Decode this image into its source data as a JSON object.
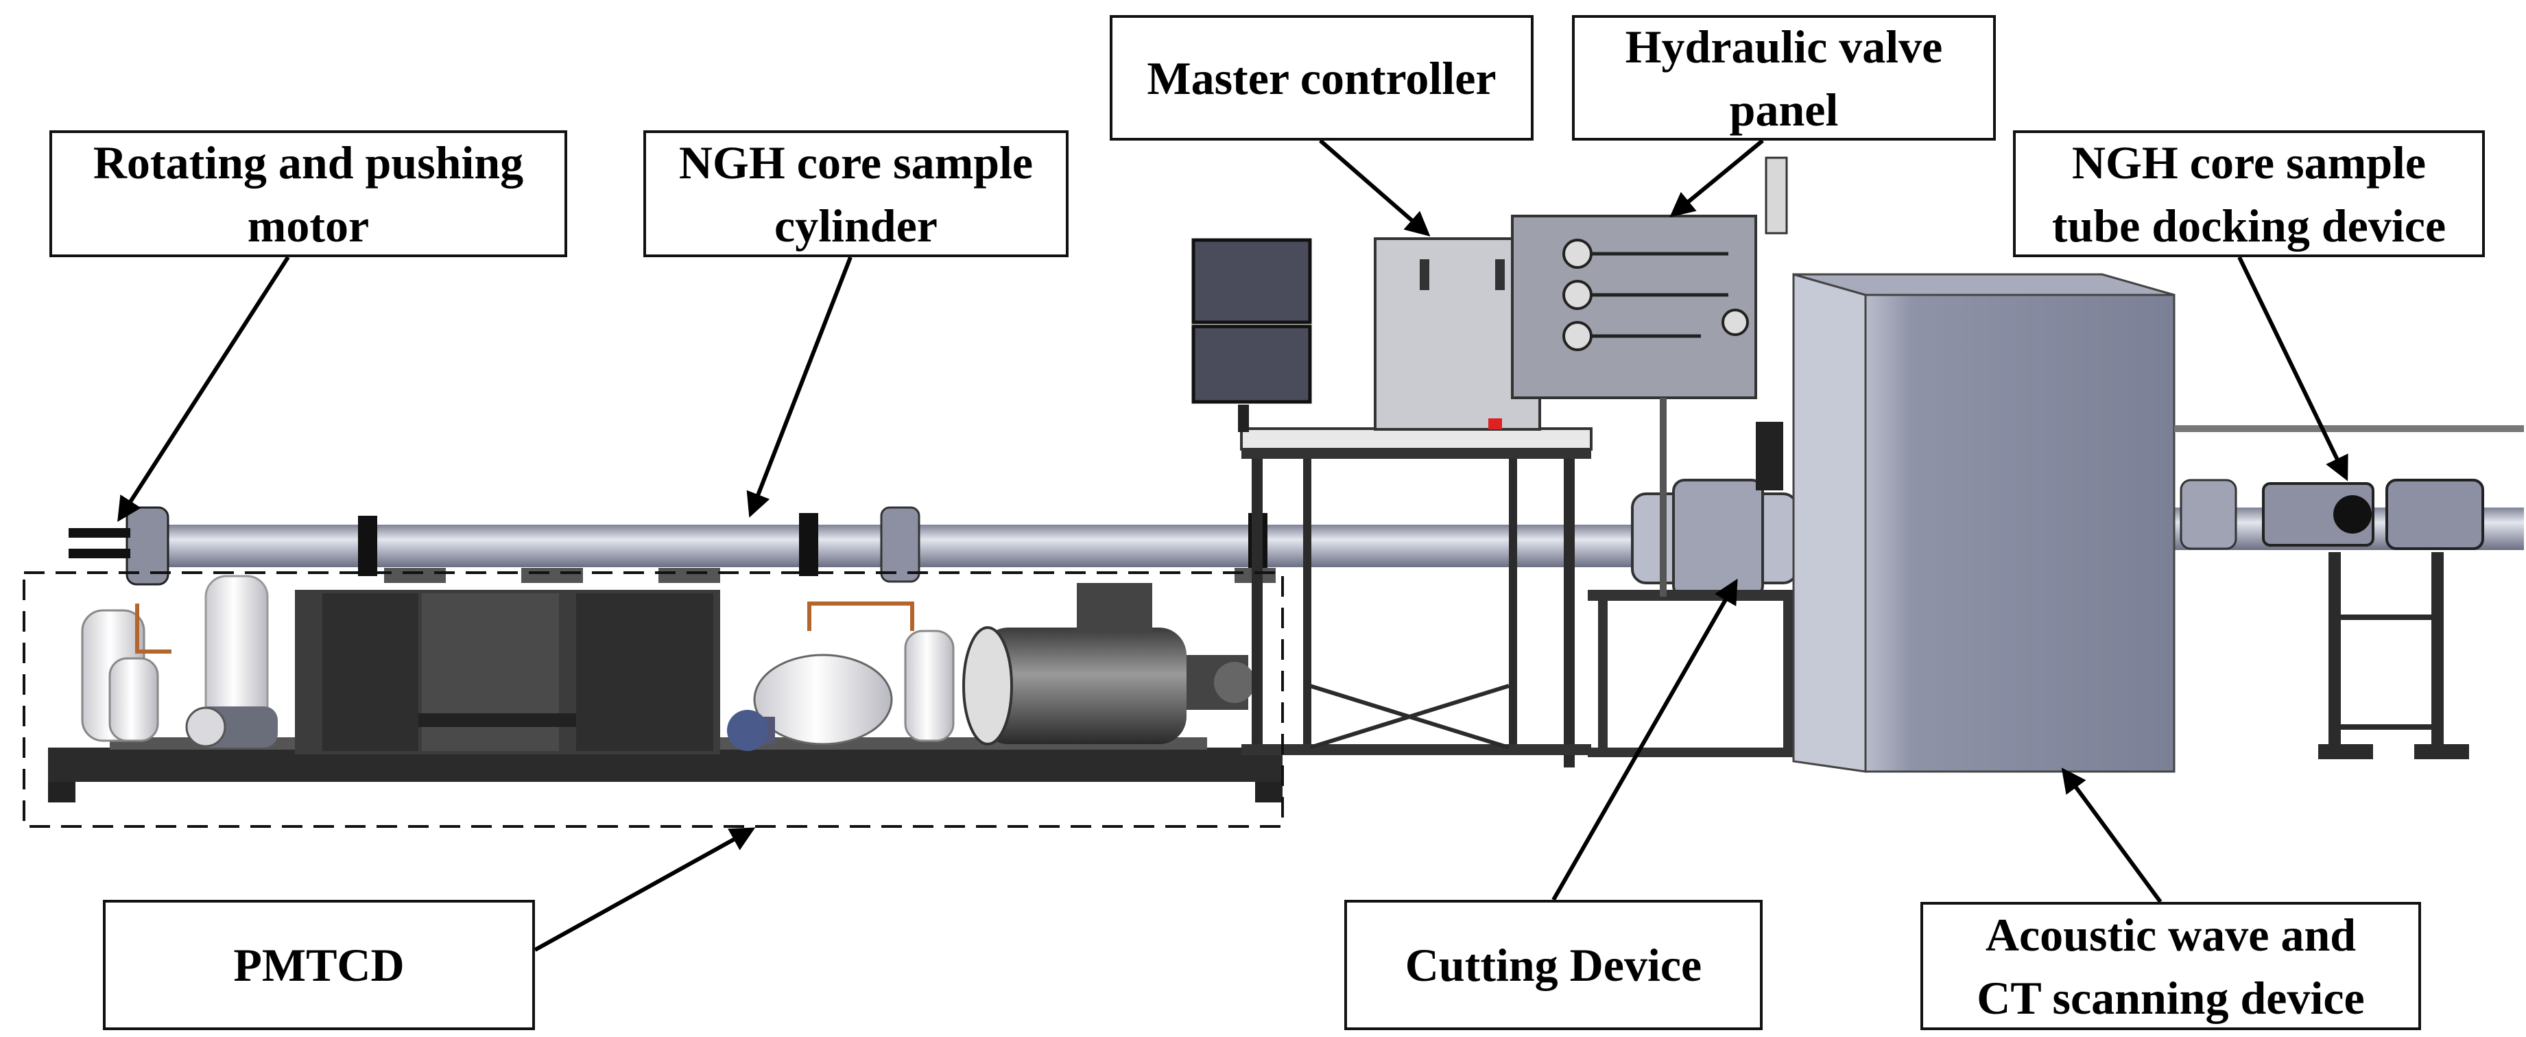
{
  "labels": {
    "rotating_motor": {
      "line1": "Rotating and pushing",
      "line2": "motor"
    },
    "core_cylinder": {
      "line1": "NGH core sample",
      "line2": "cylinder"
    },
    "master_controller": {
      "line1": "Master controller"
    },
    "hydraulic_valve_panel": {
      "line1": "Hydraulic valve",
      "line2": "panel"
    },
    "docking_device": {
      "line1": "NGH core sample",
      "line2": "tube docking device"
    },
    "pmtcd": {
      "line1": "PMTCD"
    },
    "cutting_device": {
      "line1": "Cutting Device"
    },
    "acoustic_ct": {
      "line1": "Acoustic wave and",
      "line2": "CT scanning device"
    }
  },
  "colors": {
    "cylinder_body": "#a9adbd",
    "cylinder_highlight": "#e4e6ee",
    "frame": "#2b2b2b",
    "cabinet_dark": "#3c3c3c",
    "enclosure": "#8f93a8",
    "valve_panel": "#9ea1ab",
    "controller": "#c9cbd1",
    "monitor": "#4a4c5c"
  }
}
